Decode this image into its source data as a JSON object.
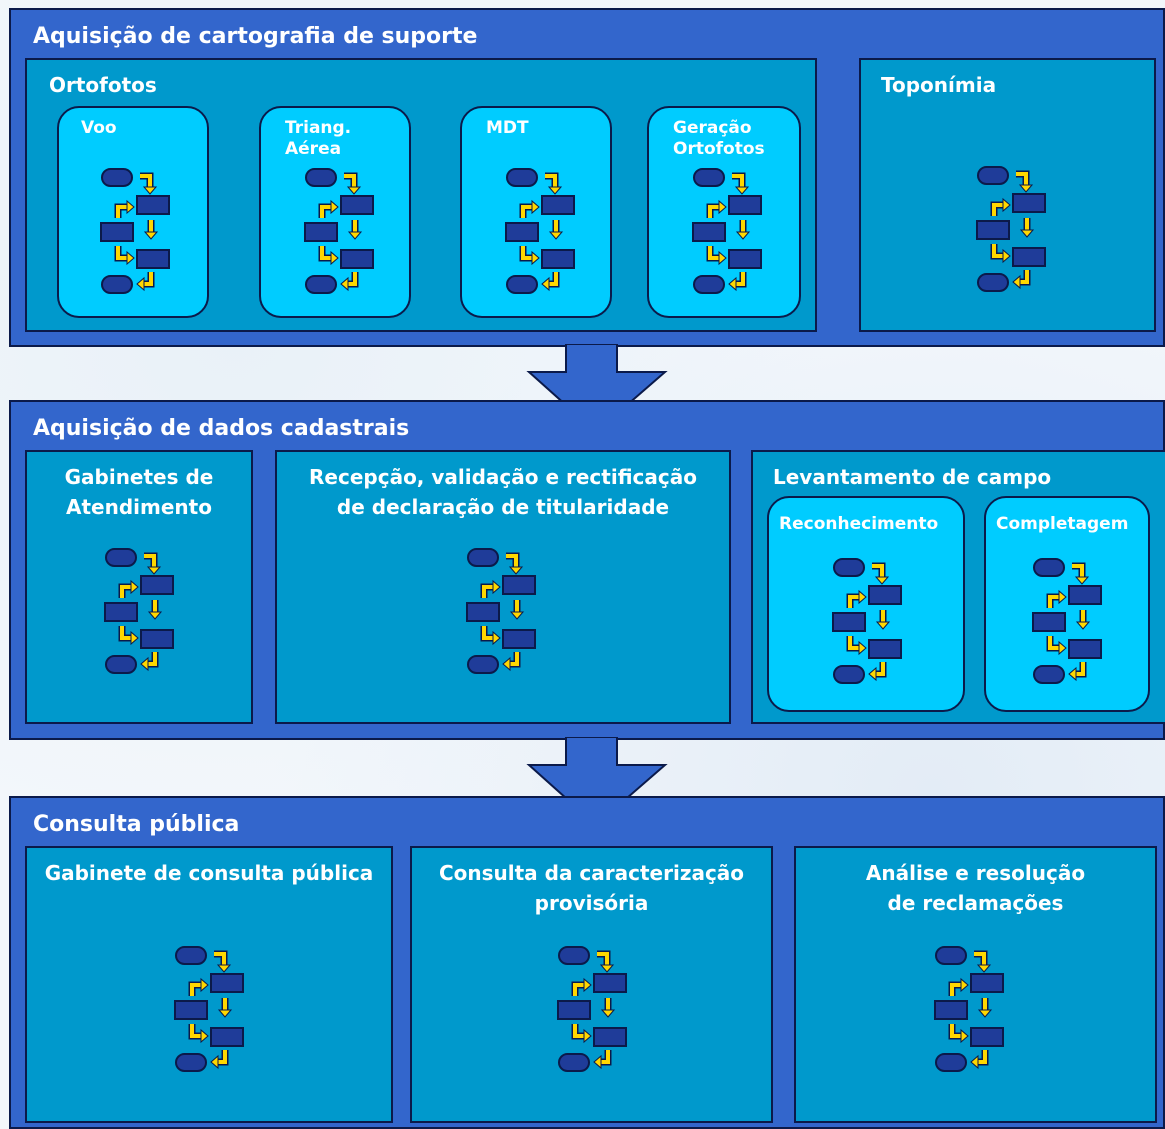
{
  "phase1": {
    "title": "Aquisição de cartografia de suporte",
    "ortofotos": {
      "title": "Ortofotos",
      "steps": [
        {
          "line1": "Voo",
          "line2": ""
        },
        {
          "line1": "Triang.",
          "line2": "Aérea"
        },
        {
          "line1": "MDT",
          "line2": ""
        },
        {
          "line1": "Geração",
          "line2": "Ortofotos"
        }
      ]
    },
    "toponimia": {
      "title": "Toponímia"
    }
  },
  "phase2": {
    "title": "Aquisição de dados cadastrais",
    "gabinetes": {
      "line1": "Gabinetes de",
      "line2": "Atendimento"
    },
    "recepcao": {
      "line1": "Recepção, validação e rectificação",
      "line2": "de declaração de titularidade"
    },
    "levantamento": {
      "title": "Levantamento de campo",
      "steps": [
        "Reconhecimento",
        "Completagem"
      ]
    }
  },
  "phase3": {
    "title": "Consulta pública",
    "gabinete": {
      "line1": "Gabinete de consulta pública"
    },
    "consulta": {
      "line1": "Consulta da caracterização",
      "line2": "provisória"
    },
    "analise": {
      "line1": "Análise e resolução",
      "line2": "de reclamações"
    }
  },
  "colors": {
    "phase_fill": "#3366cc",
    "panel_fill": "#0099cc",
    "subpanel_fill": "#00ccff",
    "process_box": "#1f3c99",
    "flow_arrow": "#ffd700",
    "outline": "#0b1a4a"
  },
  "icons": {
    "process_flow": "process-flow-icon",
    "transition_arrow": "down-arrow"
  }
}
